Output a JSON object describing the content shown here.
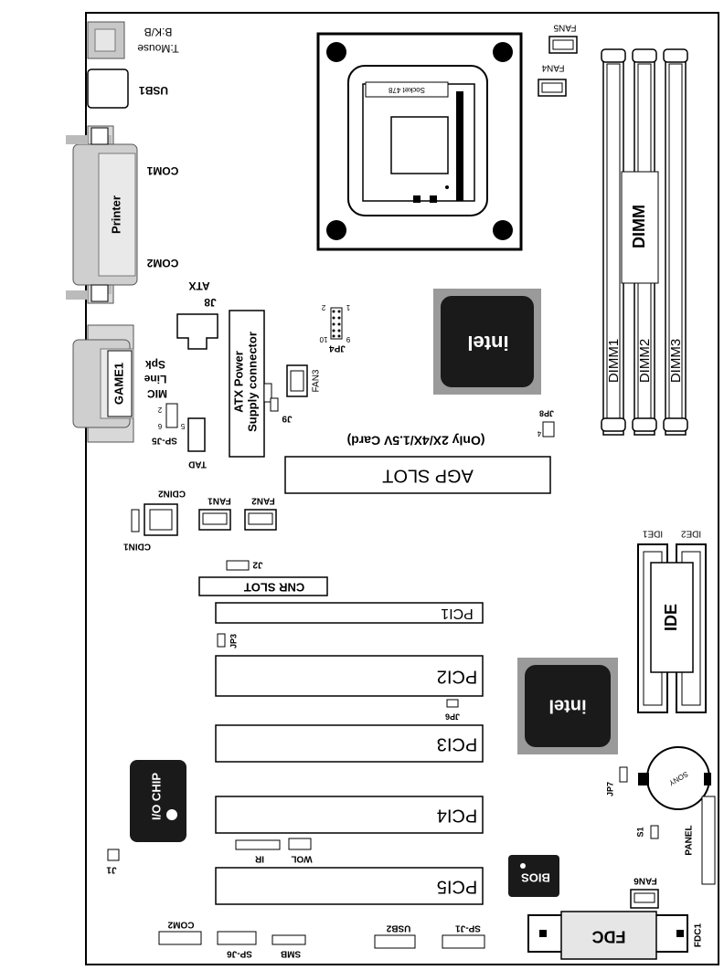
{
  "labels": {
    "fan5": "FAN5",
    "fan4": "FAN4",
    "kb": "B:K/B",
    "mouse": "T:Mouse",
    "usb1": "USB1",
    "socket": "Socket 478",
    "dimm": "DIMM",
    "dimm1": "DIMM1",
    "dimm2": "DIMM2",
    "dimm3": "DIMM3",
    "com1": "COM1",
    "printer": "Printer",
    "com2_top": "COM2",
    "atx": "ATX",
    "j8": "J8",
    "jp4": "JP4",
    "intel_nb": "intel",
    "game1": "GAME1",
    "mic": "MIC",
    "line": "Line",
    "spk": "Spk",
    "atx_power": "ATX Power",
    "supply_connector": "Supply connector",
    "fan3": "FAN3",
    "j9": "J9",
    "spj5": "SP-J5",
    "tad": "TAD",
    "jp8": "JP8",
    "agp_card": "(Only 2X/4X/1.5V Card)",
    "agp_slot": "AGP SLOT",
    "fan1": "FAN1",
    "fan2": "FAN2",
    "cdin2": "CDIN2",
    "cdin1": "CDIN1",
    "ide1": "IDE1",
    "ide2": "IDE2",
    "ide": "IDE",
    "j2": "J2",
    "cnr_slot": "CNR SLOT",
    "pci1": "PCI1",
    "jp3": "JP3",
    "pci2": "PCI2",
    "intel_sb": "intel",
    "jp6": "JP6",
    "pci3": "PCI3",
    "io_chip": "I/O CHIP",
    "sony": "SONY",
    "jp7": "JP7",
    "pci4": "PCI4",
    "s1": "S1",
    "panel": "PANEL",
    "ir": "IR",
    "wol": "WOL",
    "j1": "J1",
    "bios": "BIOS",
    "fan6": "FAN6",
    "pci5": "PCI5",
    "com2_bottom": "COM2",
    "spj6": "SP-J6",
    "smb": "SMB",
    "usb2": "USB2",
    "spj1": "SP-J1",
    "fdc": "FDC",
    "fdc1": "FDC1",
    "pin1": "1",
    "pin2": "2",
    "pin4": "4",
    "pin5": "5",
    "pin6": "6",
    "pin9": "9",
    "pin10": "10"
  },
  "colors": {
    "board": "#ffffff",
    "outline": "#000000",
    "chip": "#1a1a1a",
    "chip_halo": "#9a9a9a",
    "connector_gray": "#c8c8c8",
    "slot_light": "#e6e6e6"
  }
}
